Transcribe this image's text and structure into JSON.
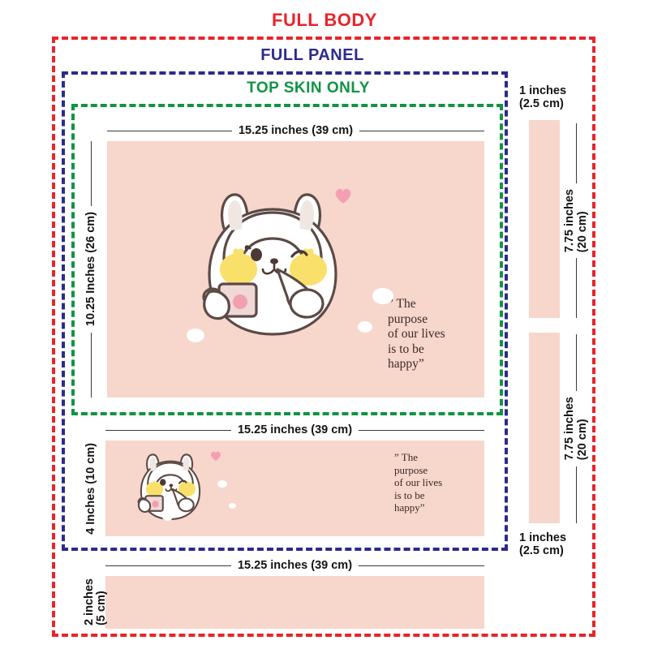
{
  "boundaries": {
    "full_body": {
      "label": "FULL BODY",
      "color": "#e8252a"
    },
    "full_panel": {
      "label": "FULL PANEL",
      "color": "#2d2a8c"
    },
    "top_skin": {
      "label": "TOP SKIN ONLY",
      "color": "#119444"
    }
  },
  "panels": {
    "top_skin": {
      "width_label": "15.25 inches (39 cm)",
      "height_label": "10.25 Inches (26 cm)",
      "quote": "” The\npurpose\nof our lives\nis to be\nhappy”",
      "fill_color": "#f7d6cc"
    },
    "front": {
      "width_label": "15.25 inches (39 cm)",
      "height_label": "4 Inches (10 cm)",
      "quote": "” The\npurpose\nof our lives\nis to be\nhappy”",
      "fill_color": "#f7d6cc"
    },
    "bottom": {
      "width_label": "15.25 inches (39 cm)",
      "height_label": "2 inches\n(5 cm)",
      "fill_color": "#f7d6cc"
    },
    "side_strip_top": {
      "width_label": "1 inches\n(2.5 cm)",
      "height_label": "7.75 inches\n(20 cm)",
      "fill_color": "#f7d6cc"
    },
    "side_strip_bottom": {
      "width_label": "1 inches\n(2.5 cm)",
      "height_label": "7.75 inches\n(20 cm)",
      "fill_color": "#f7d6cc"
    }
  },
  "artwork": {
    "character": "bunny-with-mug-illustration",
    "heart": "heart-icon",
    "puff": "cloud-puff-shape",
    "colors": {
      "background_pink": "#f7d6cc",
      "outline": "#5b4a46",
      "cheek_yellow": "#f9e06a",
      "heart_pink": "#f59fb5",
      "mug_pink": "#efd8d6",
      "mug_dot": "#f2a0ae"
    }
  }
}
